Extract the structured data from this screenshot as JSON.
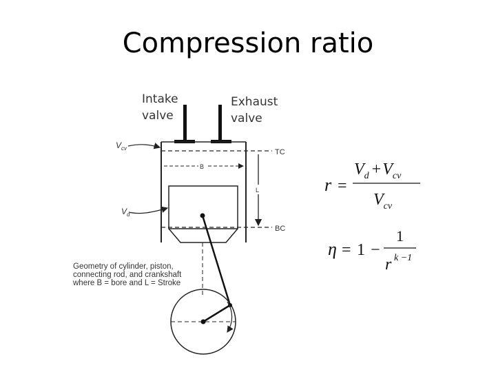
{
  "slide": {
    "title": "Compression ratio"
  },
  "labels": {
    "intake_line1": "Intake",
    "intake_line2": "valve",
    "exhaust_line1": "Exhaust",
    "exhaust_line2": "valve"
  },
  "diagram": {
    "vcv_label_main": "V",
    "vcv_label_sub": "cv",
    "vd_label_main": "V",
    "vd_label_sub": "d",
    "tc_label": "TC",
    "bc_label": "BC",
    "bore_label": "B",
    "stroke_label": "L",
    "caption_line1": "Geometry of cylinder, piston,",
    "caption_line2": "connecting rod, and crankshaft",
    "caption_line3": "where B = bore and L = Stroke"
  },
  "equations": {
    "r_lhs": "r",
    "equals": "=",
    "num_v1": "V",
    "num_v1_sub": "d",
    "plus": "+",
    "num_v2": "V",
    "num_v2_sub": "cv",
    "den_v": "V",
    "den_v_sub": "cv",
    "eta_lhs": "η",
    "one": "1",
    "minus": "−",
    "frac_num": "1",
    "frac_den": "r",
    "exponent": "k −1"
  },
  "colors": {
    "line": "#222222",
    "text": "#333333"
  }
}
